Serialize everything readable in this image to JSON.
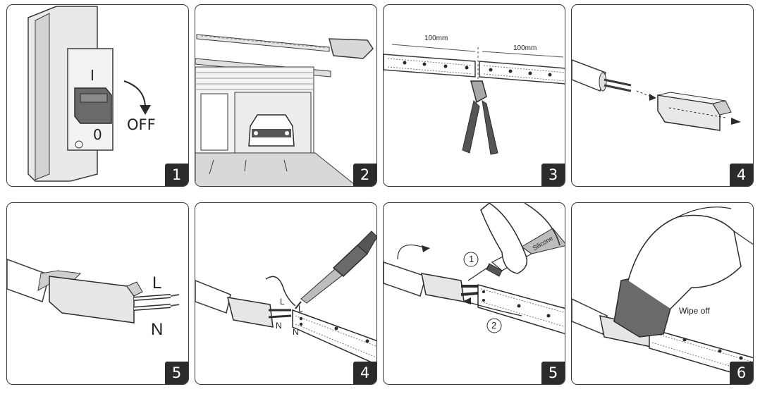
{
  "panels": [
    {
      "step": "1",
      "labels": {
        "on": "I",
        "off_mark": "0",
        "off": "OFF"
      }
    },
    {
      "step": "2",
      "labels": {}
    },
    {
      "step": "3",
      "labels": {
        "len_a": "100mm",
        "len_b": "100mm"
      }
    },
    {
      "step": "4",
      "labels": {}
    },
    {
      "step": "5",
      "labels": {
        "live": "L",
        "neutral": "N"
      }
    },
    {
      "step": "4",
      "labels": {
        "live": "L",
        "neutral": "N",
        "strip_live": "L",
        "strip_neutral": "N"
      }
    },
    {
      "step": "5",
      "labels": {
        "tube": "Silicone",
        "one": "1",
        "two": "2"
      }
    },
    {
      "step": "6",
      "labels": {
        "wipe": "Wipe off"
      }
    }
  ],
  "colors": {
    "outline": "#3a3a3a",
    "badge": "#2b2b2b",
    "fill_grey": "#c9c9c9",
    "fill_dark": "#6a6a6a"
  }
}
